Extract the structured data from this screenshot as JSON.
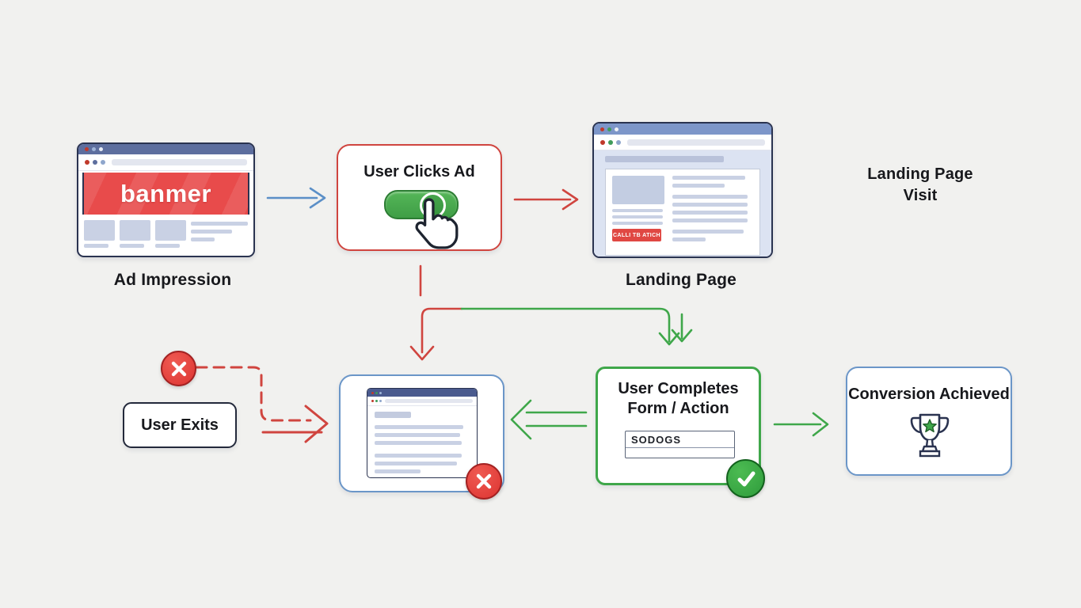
{
  "diagram": {
    "ad_impression": {
      "label": "Ad Impression",
      "banner_text": "banmer"
    },
    "user_clicks_ad": {
      "title": "User Clicks Ad"
    },
    "landing_page": {
      "label": "Landing Page",
      "cta_label": "CALLI TB ATICH"
    },
    "landing_page_visit": {
      "label": "Landing Page Visit"
    },
    "user_exits": {
      "label": "User Exits"
    },
    "user_completes_form": {
      "title_line1": "User Completes",
      "title_line2": "Form / Action",
      "form_text": "SODOGS"
    },
    "conversion_achieved": {
      "title": "Conversion Achieved"
    }
  },
  "colors": {
    "red_accent": "#d0453f",
    "green_accent": "#3fa74a",
    "blue_accent": "#5b8fc7",
    "banner_red": "#e84b4b",
    "box_blue_border": "#6b96c8",
    "navy_border": "#2a3350"
  }
}
